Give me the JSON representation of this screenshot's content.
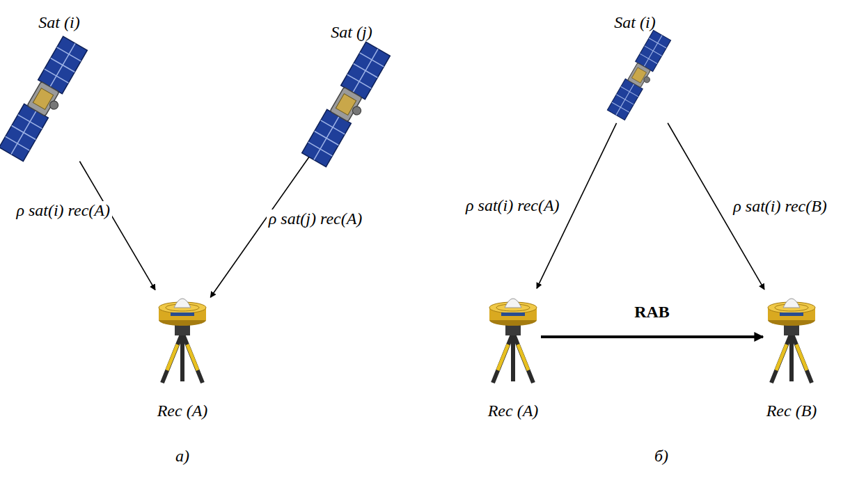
{
  "diagram": {
    "nodes": [
      {
        "text": [
          "Sat (i)"
        ]
      },
      {
        "text": [
          "Sat (j)"
        ]
      },
      {
        "text": [
          "Rec (A)"
        ]
      },
      {
        "text": [
          "Sat (i)"
        ]
      },
      {
        "text": [
          "Rec (A)"
        ]
      },
      {
        "text": [
          "Rec (B)"
        ]
      }
    ],
    "edges": [
      {
        "from": 0,
        "to": 2,
        "arrow": "to",
        "label": "ρ sat(i) rec(A)"
      },
      {
        "from": 1,
        "to": 2,
        "arrow": "to",
        "label": "ρ sat(j) rec(A)"
      },
      {
        "from": 3,
        "to": 4,
        "arrow": "to",
        "label": "ρ sat(i) rec(A)"
      },
      {
        "from": 3,
        "to": 5,
        "arrow": "to",
        "label": "ρ sat(i) rec(B)"
      },
      {
        "from": 4,
        "to": 5,
        "arrow": "to",
        "label": "RAB"
      }
    ],
    "labels": [
      "a)",
      "б)"
    ]
  }
}
